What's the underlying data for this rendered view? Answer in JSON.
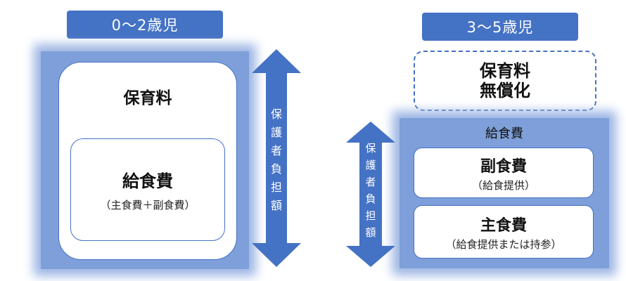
{
  "left": {
    "header": "0～2歳児",
    "outer_label": "保育料",
    "inner_title": "給食費",
    "inner_sub": "（主食費＋副食費）",
    "arrow_label": [
      "保",
      "護",
      "者",
      "負",
      "担",
      "額"
    ]
  },
  "right": {
    "header": "3～5歳児",
    "free_line1": "保育料",
    "free_line2": "無償化",
    "group_label": "給食費",
    "side_title": "副食費",
    "side_sub": "（給食提供）",
    "staple_title": "主食費",
    "staple_sub": "（給食提供または持参）",
    "arrow_label": [
      "保",
      "護",
      "者",
      "負",
      "担",
      "額"
    ]
  },
  "colors": {
    "accent": "#4472c4",
    "glow": "#7e9fd9",
    "border": "#4472c4"
  }
}
